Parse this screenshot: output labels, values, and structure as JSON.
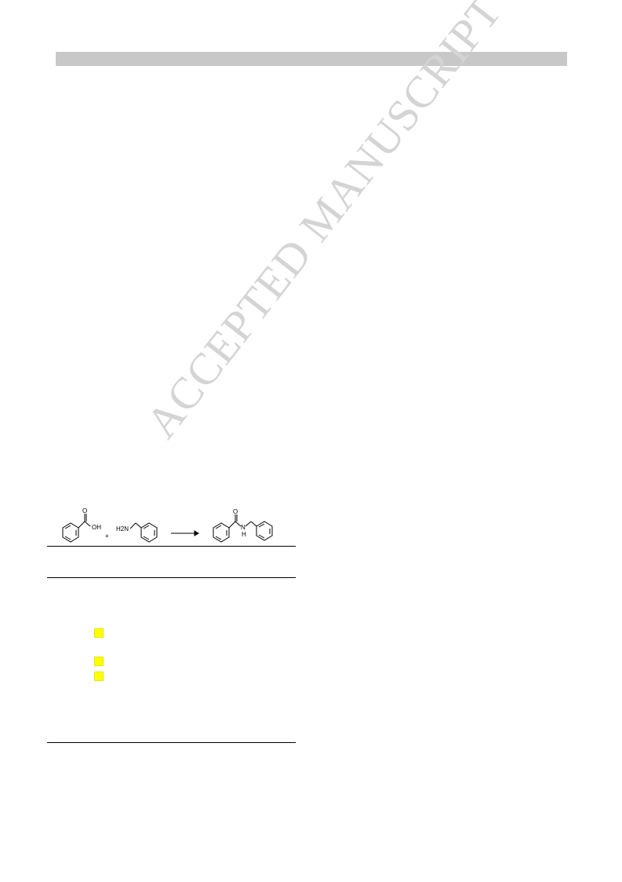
{
  "watermark": {
    "text": "ACCEPTED MANUSCRIPT"
  },
  "scheme": {
    "reactant_acid_label": "OH",
    "reactant_acid_oxygen": "O",
    "plus_sign": "+",
    "amine_label": "H2N",
    "product_oxygen": "O",
    "product_nh": "N",
    "product_h": "H"
  },
  "colors": {
    "header_bar": "#c8c8c8",
    "highlight": "#ffff00",
    "watermark": "#d4d4d4"
  }
}
